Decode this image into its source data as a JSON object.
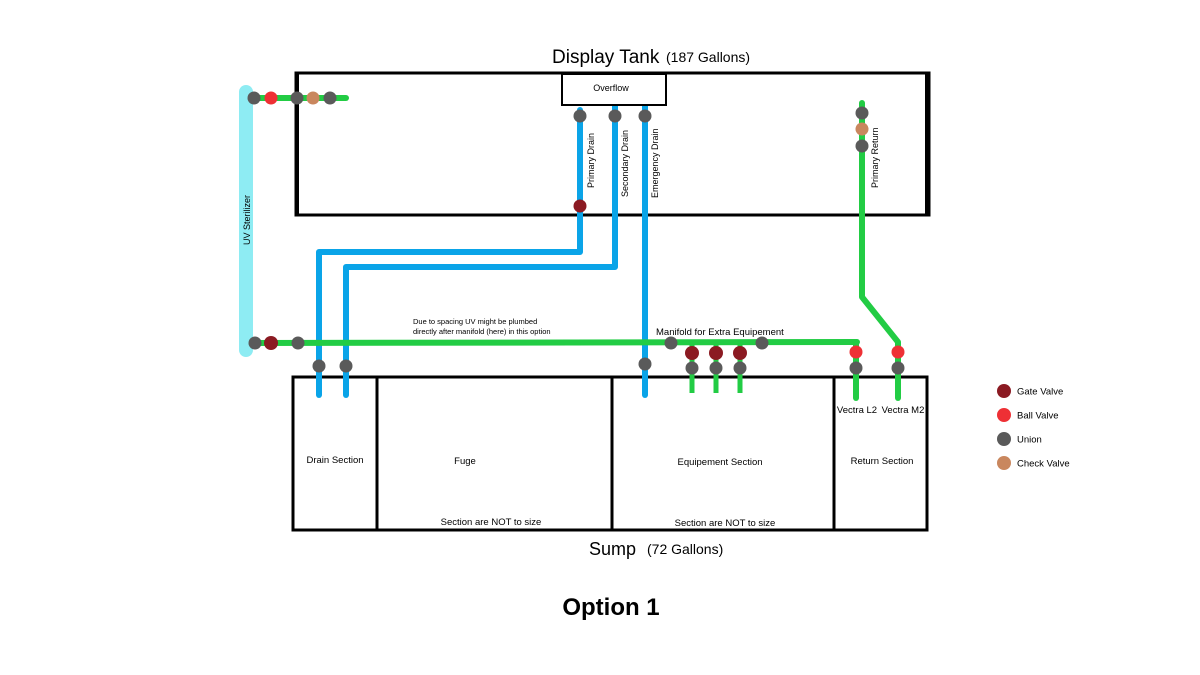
{
  "display_tank": {
    "title": "Display Tank",
    "volume": "(187 Gallons)",
    "overflow_label": "Overflow"
  },
  "sump": {
    "title": "Sump",
    "volume": "(72 Gallons)",
    "sections": {
      "drain": "Drain Section",
      "fuge": "Fuge",
      "equipment": "Equipement Section",
      "return": "Return Section"
    },
    "not_to_size_fuge": "Section are NOT to size",
    "not_to_size_equipment": "Section are NOT to size"
  },
  "pipes": {
    "uv_sterilizer": "UV Sterilizer",
    "primary_drain": "Primary Drain",
    "secondary_drain": "Secondary Drain",
    "emergency_drain": "Emergency Drain",
    "primary_return": "Primary Return"
  },
  "notes": {
    "uv_note_line1": "Due to spacing UV might be plumbed",
    "uv_note_line2": "directly after manifold (here) in this option",
    "manifold": "Manifold for Extra Equipement"
  },
  "pumps": {
    "left": "Vectra L2",
    "right": "Vectra M2"
  },
  "legend": [
    {
      "label": "Gate Valve",
      "color": "#8b1a22"
    },
    {
      "label": "Ball Valve",
      "color": "#ee3035"
    },
    {
      "label": "Union",
      "color": "#5a5a5a"
    },
    {
      "label": "Check Valve",
      "color": "#c9875e"
    }
  ],
  "caption": "Option 1",
  "colors": {
    "drain_pipe": "#0aa4e8",
    "return_pipe": "#22cc44",
    "uv_pipe": "#8eecf3",
    "outline": "#000000"
  }
}
